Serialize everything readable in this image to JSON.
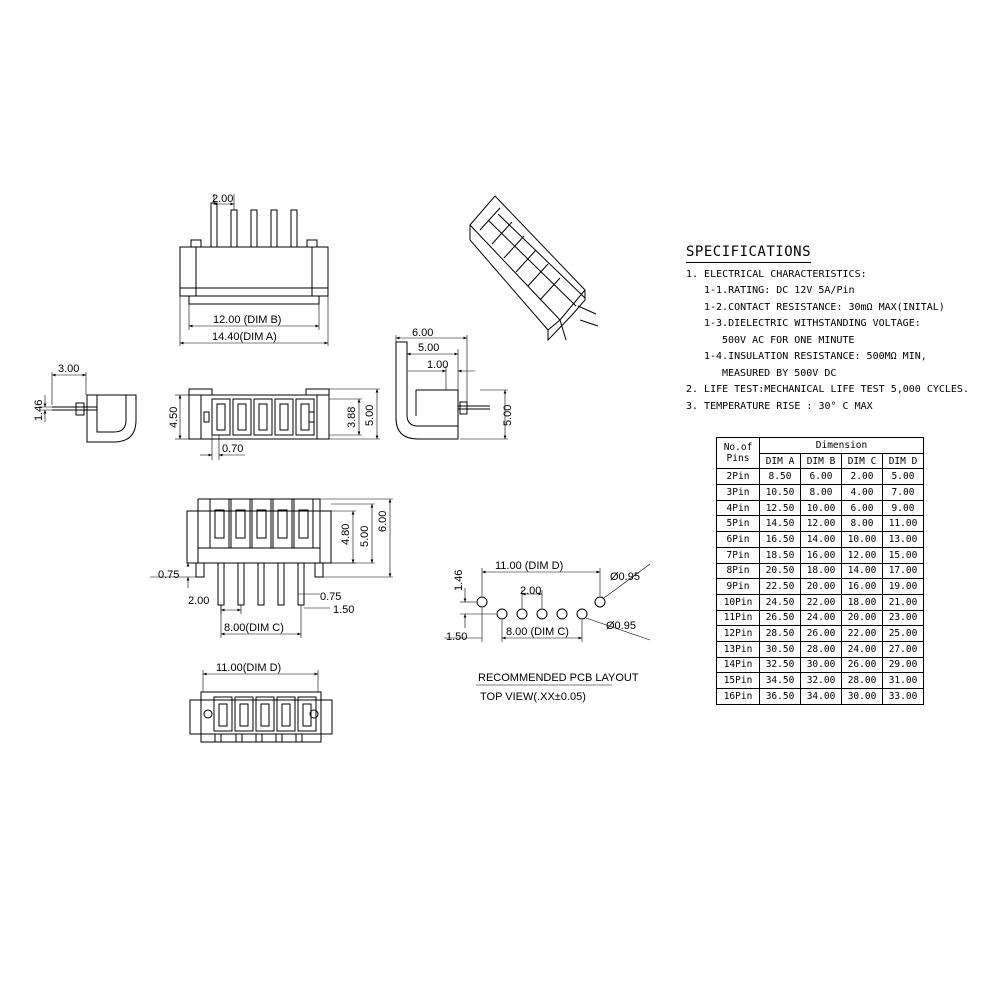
{
  "specifications": {
    "title": "SPECIFICATIONS",
    "lines": [
      {
        "level": 1,
        "text": "1. ELECTRICAL CHARACTERISTICS:"
      },
      {
        "level": 2,
        "text": "1-1.RATING: DC 12V 5A/Pin"
      },
      {
        "level": 2,
        "text": "1-2.CONTACT RESISTANCE: 30mΩ  MAX(INITAL)"
      },
      {
        "level": 2,
        "text": "1-3.DIELECTRIC WITHSTANDING VOLTAGE:"
      },
      {
        "level": 3,
        "text": "500V AC FOR ONE MINUTE"
      },
      {
        "level": 2,
        "text": "1-4.INSULATION RESISTANCE: 500MΩ  MIN,"
      },
      {
        "level": 3,
        "text": "MEASURED BY 500V DC"
      },
      {
        "level": 1,
        "text": "2. LIFE TEST:MECHANICAL LIFE TEST 5,000 CYCLES."
      },
      {
        "level": 1,
        "text": "3. TEMPERATURE RISE : 30° C MAX"
      }
    ]
  },
  "dimension_table": {
    "pins_header": "No.of Pins",
    "group_header": "Dimension",
    "columns": [
      "DIM A",
      "DIM B",
      "DIM C",
      "DIM D"
    ],
    "rows": [
      [
        "2Pin",
        "8.50",
        "6.00",
        "2.00",
        "5.00"
      ],
      [
        "3Pin",
        "10.50",
        "8.00",
        "4.00",
        "7.00"
      ],
      [
        "4Pin",
        "12.50",
        "10.00",
        "6.00",
        "9.00"
      ],
      [
        "5Pin",
        "14.50",
        "12.00",
        "8.00",
        "11.00"
      ],
      [
        "6Pin",
        "16.50",
        "14.00",
        "10.00",
        "13.00"
      ],
      [
        "7Pin",
        "18.50",
        "16.00",
        "12.00",
        "15.00"
      ],
      [
        "8Pin",
        "20.50",
        "18.00",
        "14.00",
        "17.00"
      ],
      [
        "9Pin",
        "22.50",
        "20.00",
        "16.00",
        "19.00"
      ],
      [
        "10Pin",
        "24.50",
        "22.00",
        "18.00",
        "21.00"
      ],
      [
        "11Pin",
        "26.50",
        "24.00",
        "20.00",
        "23.00"
      ],
      [
        "12Pin",
        "28.50",
        "26.00",
        "22.00",
        "25.00"
      ],
      [
        "13Pin",
        "30.50",
        "28.00",
        "24.00",
        "27.00"
      ],
      [
        "14Pin",
        "32.50",
        "30.00",
        "26.00",
        "29.00"
      ],
      [
        "15Pin",
        "34.50",
        "32.00",
        "28.00",
        "31.00"
      ],
      [
        "16Pin",
        "36.50",
        "34.00",
        "30.00",
        "33.00"
      ]
    ]
  },
  "dims": {
    "top_pitch": "2.00",
    "dim_b": "12.00 (DIM B)",
    "dim_a": "14.40(DIM A)",
    "side_left_w": "3.00",
    "side_left_h": "1.46",
    "front_h": "4.50",
    "front_inner": "3.88",
    "front_total": "5.00",
    "front_pin_w": "0.70",
    "side_right_w1": "6.00",
    "side_right_w2": "5.00",
    "side_right_w3": "1.00",
    "side_right_h": "5.00",
    "mid_h1": "4.80",
    "mid_h2": "5.00",
    "mid_h3": "6.00",
    "mid_off": "0.75",
    "mid_pitch": "2.00",
    "mid_off2": "0.75",
    "mid_edge": "1.50",
    "mid_dim_c": "8.00(DIM C)",
    "bottom_dim_d": "11.00(DIM D)",
    "pcb_dim_d": "11.00 (DIM D)",
    "pcb_pitch": "2.00",
    "pcb_hole1": "Ø0.95",
    "pcb_hole2": "Ø0.95",
    "pcb_h": "1.46",
    "pcb_edge": "1.50",
    "pcb_dim_c": "8.00 (DIM C)",
    "pcb_title": "RECOMMENDED PCB LAYOUT",
    "pcb_subtitle": "TOP VIEW(.XX±0.05)"
  }
}
